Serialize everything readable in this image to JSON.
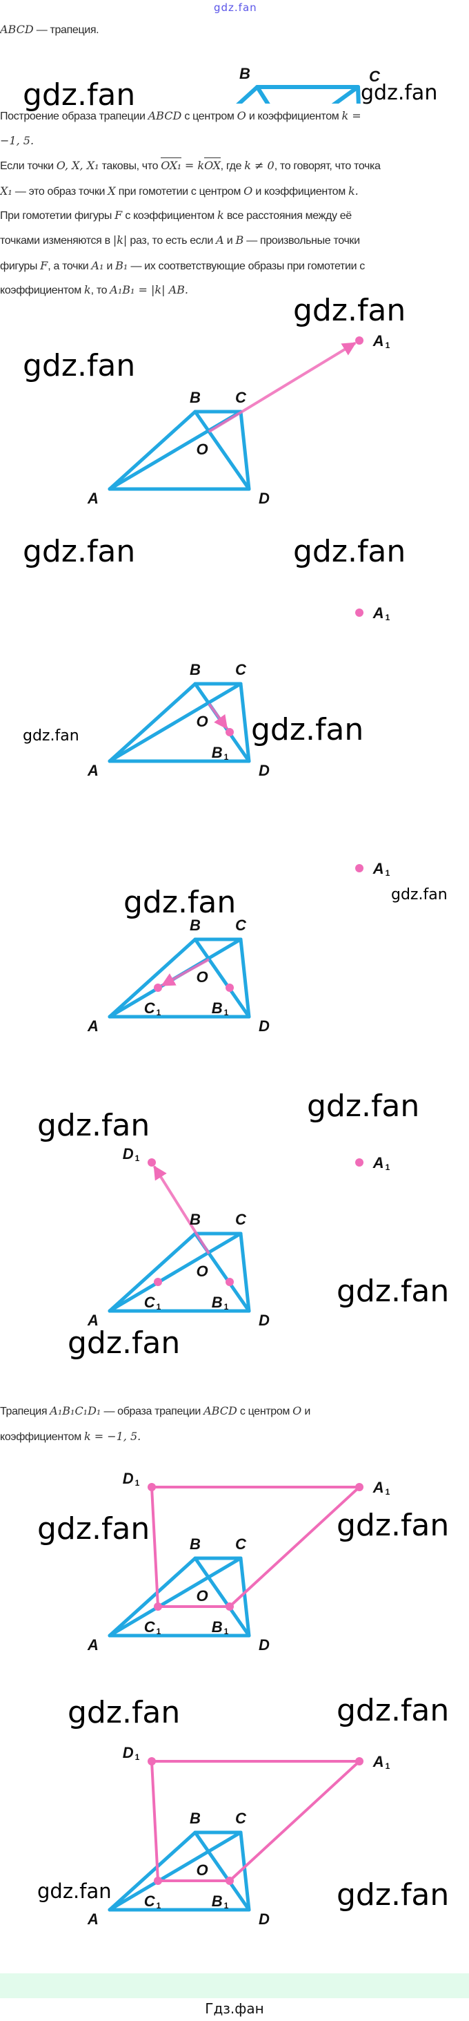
{
  "top_watermark": "gdz.fan",
  "watermark": "gdz.fan",
  "intro": [
    [
      {
        "m": "ABCD"
      },
      {
        "t": " — трапеция."
      }
    ]
  ],
  "text": [
    [
      {
        "t": "Построение образа трапеции "
      },
      {
        "m": "ABCD"
      },
      {
        "t": " с центром "
      },
      {
        "m": "O"
      },
      {
        "t": " и коэффициентом "
      },
      {
        "m": "k ="
      }
    ],
    [
      {
        "m": "−1, 5."
      }
    ],
    [
      {
        "t": "Если точки "
      },
      {
        "m": "O, X, X₁"
      },
      {
        "t": " таковы, что "
      },
      {
        "v": "OX₁"
      },
      {
        "m": " = k"
      },
      {
        "v": "OX"
      },
      {
        "t": ", где "
      },
      {
        "m": "k ≠ 0"
      },
      {
        "t": ", то говорят, что точка"
      }
    ],
    [
      {
        "m": "X₁"
      },
      {
        "t": " — это образ точки "
      },
      {
        "m": "X"
      },
      {
        "t": " при гомотетии с центром "
      },
      {
        "m": "O"
      },
      {
        "t": " и коэффициентом "
      },
      {
        "m": "k."
      }
    ],
    [
      {
        "t": "При гомотетии фигуры "
      },
      {
        "m": "F"
      },
      {
        "t": " с коэффициентом "
      },
      {
        "m": "k"
      },
      {
        "t": " все расстояния между её"
      }
    ],
    [
      {
        "t": "точками изменяются в "
      },
      {
        "m": "|k|"
      },
      {
        "t": " раз, то есть если "
      },
      {
        "m": "A"
      },
      {
        "t": " и "
      },
      {
        "m": "B"
      },
      {
        "t": " — произвольные точки"
      }
    ],
    [
      {
        "t": "фигуры "
      },
      {
        "m": "F"
      },
      {
        "t": ", а точки "
      },
      {
        "m": "A₁"
      },
      {
        "t": " и "
      },
      {
        "m": "B₁"
      },
      {
        "t": " — их соответствующие образы при гомотетии с"
      }
    ],
    [
      {
        "t": "коэффициентом "
      },
      {
        "m": "k"
      },
      {
        "t": ", то "
      },
      {
        "m": "A₁B₁ = |k| AB."
      }
    ]
  ],
  "conclusion": [
    [
      {
        "t": "Трапеция "
      },
      {
        "m": "A₁B₁C₁D₁"
      },
      {
        "t": " — образа трапеции "
      },
      {
        "m": "ABCD"
      },
      {
        "t": " с центром "
      },
      {
        "m": "O"
      },
      {
        "t": " и"
      }
    ],
    [
      {
        "t": "коэффициентом "
      },
      {
        "m": "k = −1, 5."
      }
    ]
  ],
  "labels": {
    "A": "A",
    "B": "B",
    "C": "C",
    "D": "D",
    "O": "O",
    "sub": "1"
  },
  "colors": {
    "figure": "#22a8e2",
    "image": "#f06cb8",
    "overlap": "#c77ec9",
    "footer_bg": "#e2fbec"
  },
  "footer": {
    "text": "Гдз.фан"
  }
}
